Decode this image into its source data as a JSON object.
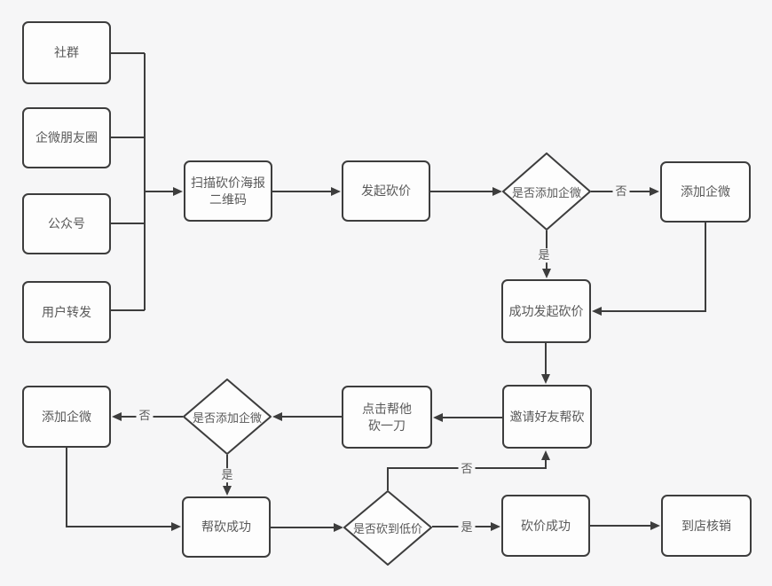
{
  "diagram": {
    "nodes": {
      "community": {
        "label": "社群"
      },
      "wecom_moments": {
        "label": "企微朋友圈"
      },
      "official_account": {
        "label": "公众号"
      },
      "user_forward": {
        "label": "用户转发"
      },
      "scan_poster_qr": {
        "lines": [
          "扫描砍价海报",
          "二维码"
        ]
      },
      "start_bargain": {
        "label": "发起砍价"
      },
      "add_wecom_decision_top": {
        "label": "是否添加企微"
      },
      "add_wecom_top": {
        "label": "添加企微"
      },
      "bargain_started": {
        "label": "成功发起砍价"
      },
      "invite_friends": {
        "label": "邀请好友帮砍"
      },
      "click_help_cut": {
        "lines": [
          "点击帮他",
          "砍一刀"
        ]
      },
      "add_wecom_decision_bottom": {
        "label": "是否添加企微"
      },
      "add_wecom_bottom": {
        "label": "添加企微"
      },
      "help_cut_success": {
        "label": "帮砍成功"
      },
      "low_price_decision": {
        "label": "是否砍到低价"
      },
      "bargain_success": {
        "label": "砍价成功"
      },
      "store_redeem": {
        "label": "到店核销"
      }
    },
    "edge_labels": {
      "d1_no": "否",
      "d1_yes": "是",
      "d2_no": "否",
      "d2_yes": "是",
      "d3_yes": "是",
      "d3_no": "否"
    },
    "colors": {
      "background": "#f6f6f7",
      "node_fill": "#fdfdfd",
      "stroke": "#3d3d3d",
      "text": "#595959"
    }
  }
}
